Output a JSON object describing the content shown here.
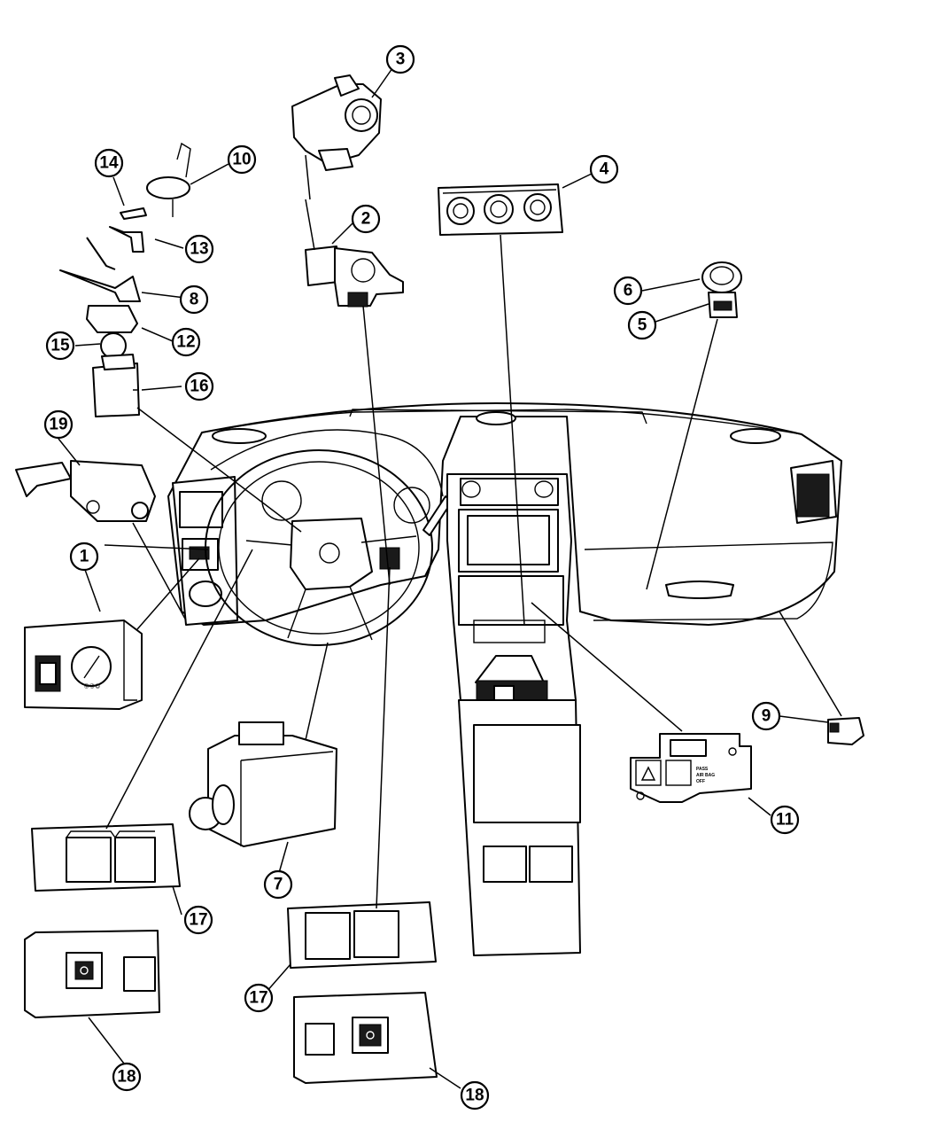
{
  "diagram": {
    "callouts": [
      {
        "id": "1",
        "label": "1"
      },
      {
        "id": "2",
        "label": "2"
      },
      {
        "id": "3",
        "label": "3"
      },
      {
        "id": "4",
        "label": "4"
      },
      {
        "id": "5",
        "label": "5"
      },
      {
        "id": "6",
        "label": "6"
      },
      {
        "id": "7",
        "label": "7"
      },
      {
        "id": "8",
        "label": "8"
      },
      {
        "id": "9",
        "label": "9"
      },
      {
        "id": "10",
        "label": "10"
      },
      {
        "id": "11",
        "label": "11"
      },
      {
        "id": "12",
        "label": "12"
      },
      {
        "id": "13",
        "label": "13"
      },
      {
        "id": "14",
        "label": "14"
      },
      {
        "id": "15",
        "label": "15"
      },
      {
        "id": "16",
        "label": "16"
      },
      {
        "id": "17a",
        "label": "17"
      },
      {
        "id": "17b",
        "label": "17"
      },
      {
        "id": "18a",
        "label": "18"
      },
      {
        "id": "18b",
        "label": "18"
      },
      {
        "id": "19",
        "label": "19"
      }
    ],
    "panel_text": {
      "line1": "PASS",
      "line2": "AIR BAG",
      "line3": "OFF"
    }
  }
}
